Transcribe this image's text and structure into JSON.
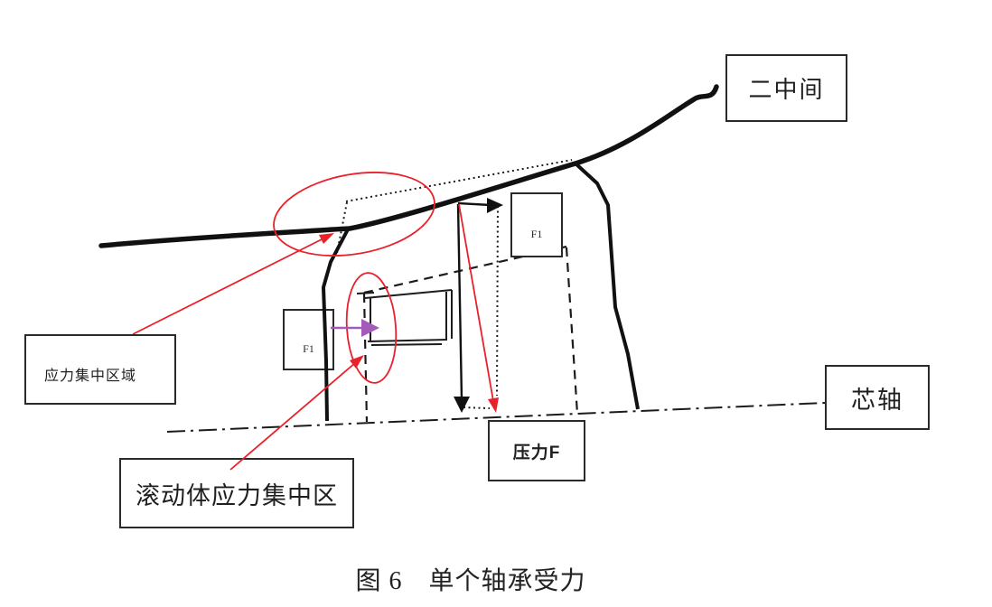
{
  "figure": {
    "caption": "图 6　单个轴承受力",
    "boxes": {
      "second_intermediate": {
        "label": "二中间"
      },
      "core_shaft": {
        "label": "芯轴"
      },
      "pressure_f": {
        "label": "压力F"
      },
      "stress_concentration_region": {
        "label": "应力集中区域"
      },
      "rolling_element_stress_zone": {
        "label": "滚动体应力集中区"
      },
      "f1_left": {
        "label": "F1"
      },
      "f1_right": {
        "label": "F1"
      }
    },
    "colors": {
      "annotation_red": "#e8212b",
      "arrow_purple": "#a35ab8",
      "ink": "#1c1c1c"
    }
  }
}
